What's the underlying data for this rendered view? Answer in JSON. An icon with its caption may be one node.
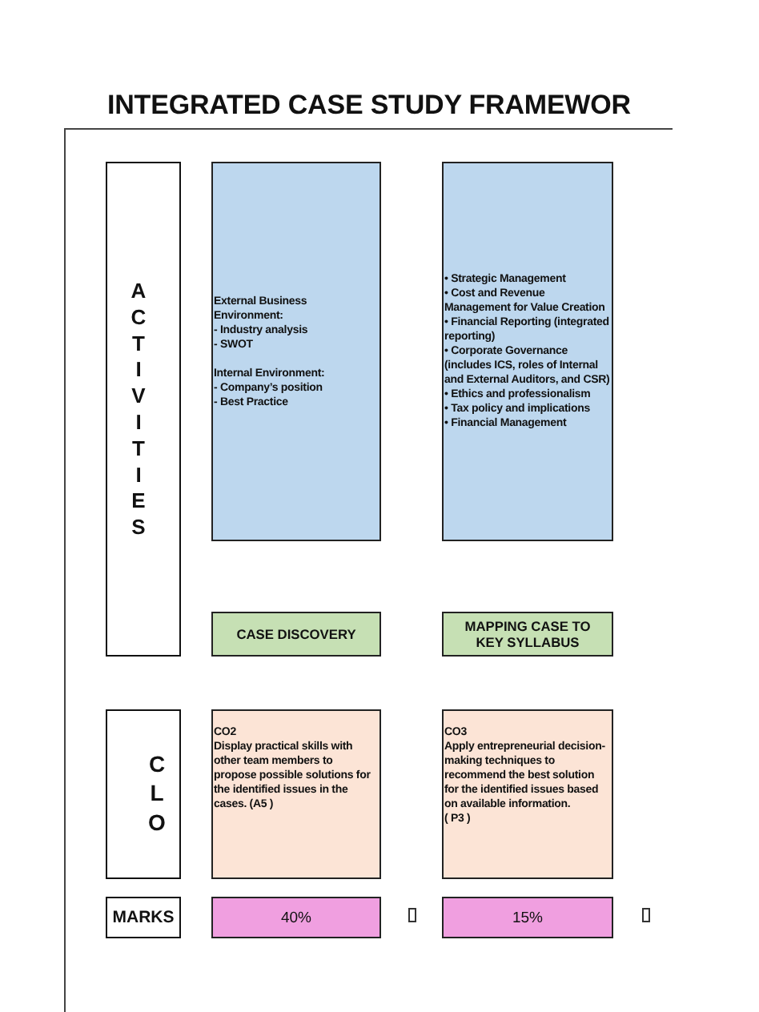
{
  "diagram": {
    "title": "INTEGRATED CASE STUDY FRAMEWOR",
    "nodes": [
      {
        "text": [
          "ACTIVITIES"
        ]
      },
      {
        "text": [
          "External Business Environment:",
          "- Industry analysis",
          "- SWOT",
          "Internal Environment:",
          "- Company’s position",
          "- Best Practice"
        ]
      },
      {
        "text": [
          "• Strategic Management",
          "• Cost and Revenue Management for Value Creation",
          "• Financial Reporting (integrated reporting)",
          "• Corporate Governance (includes ICS, roles of Internal and External Auditors, and CSR)",
          "• Ethics and professionalism",
          "• Tax policy and implications",
          "• Financial Management"
        ]
      },
      {
        "text": [
          "CASE DISCOVERY"
        ]
      },
      {
        "text": [
          "MAPPING CASE TO KEY SYLLABUS"
        ]
      },
      {
        "text": [
          "CLO"
        ]
      },
      {
        "text": [
          "CO2",
          "Display practical skills with other team members to propose possible solutions for the identified issues in the cases. (A5 )"
        ]
      },
      {
        "text": [
          "CO3",
          "Apply entrepreneurial decision-making techniques to recommend the best solution for the identified issues based on available information.",
          "( P3 )"
        ]
      },
      {
        "text": [
          "MARKS"
        ]
      },
      {
        "text": [
          "40%"
        ]
      },
      {
        "text": [
          "15%"
        ]
      }
    ]
  }
}
